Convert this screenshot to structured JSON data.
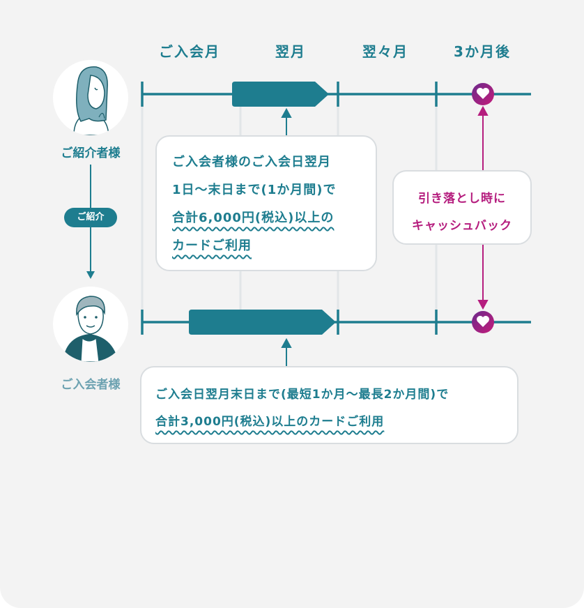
{
  "columns": [
    "ご入会月",
    "翌月",
    "翌々月",
    "3か月後"
  ],
  "referrer": {
    "label": "ご紹介者様"
  },
  "referral_badge": "ご紹介",
  "referee": {
    "label": "ご入会者様"
  },
  "callouts": {
    "referrer": [
      "ご入会者様のご入会日翌月",
      "1日〜末日まで(1か月間)で",
      "合計6,000円(税込)以上の",
      "カードご利用"
    ],
    "cashback": [
      "引き落とし時に",
      "キャッシュバック"
    ],
    "referee": [
      "ご入会日翌月末日まで(最短1か月〜最長2か月間)で",
      "合計3,000円(税込)以上のカードご利用"
    ]
  },
  "colors": {
    "teal": "#1e7d8f",
    "magenta": "#b51d7e",
    "purple": "#6b2a8c",
    "background": "#f3f3f3"
  },
  "icons": [
    "heart-icon"
  ]
}
